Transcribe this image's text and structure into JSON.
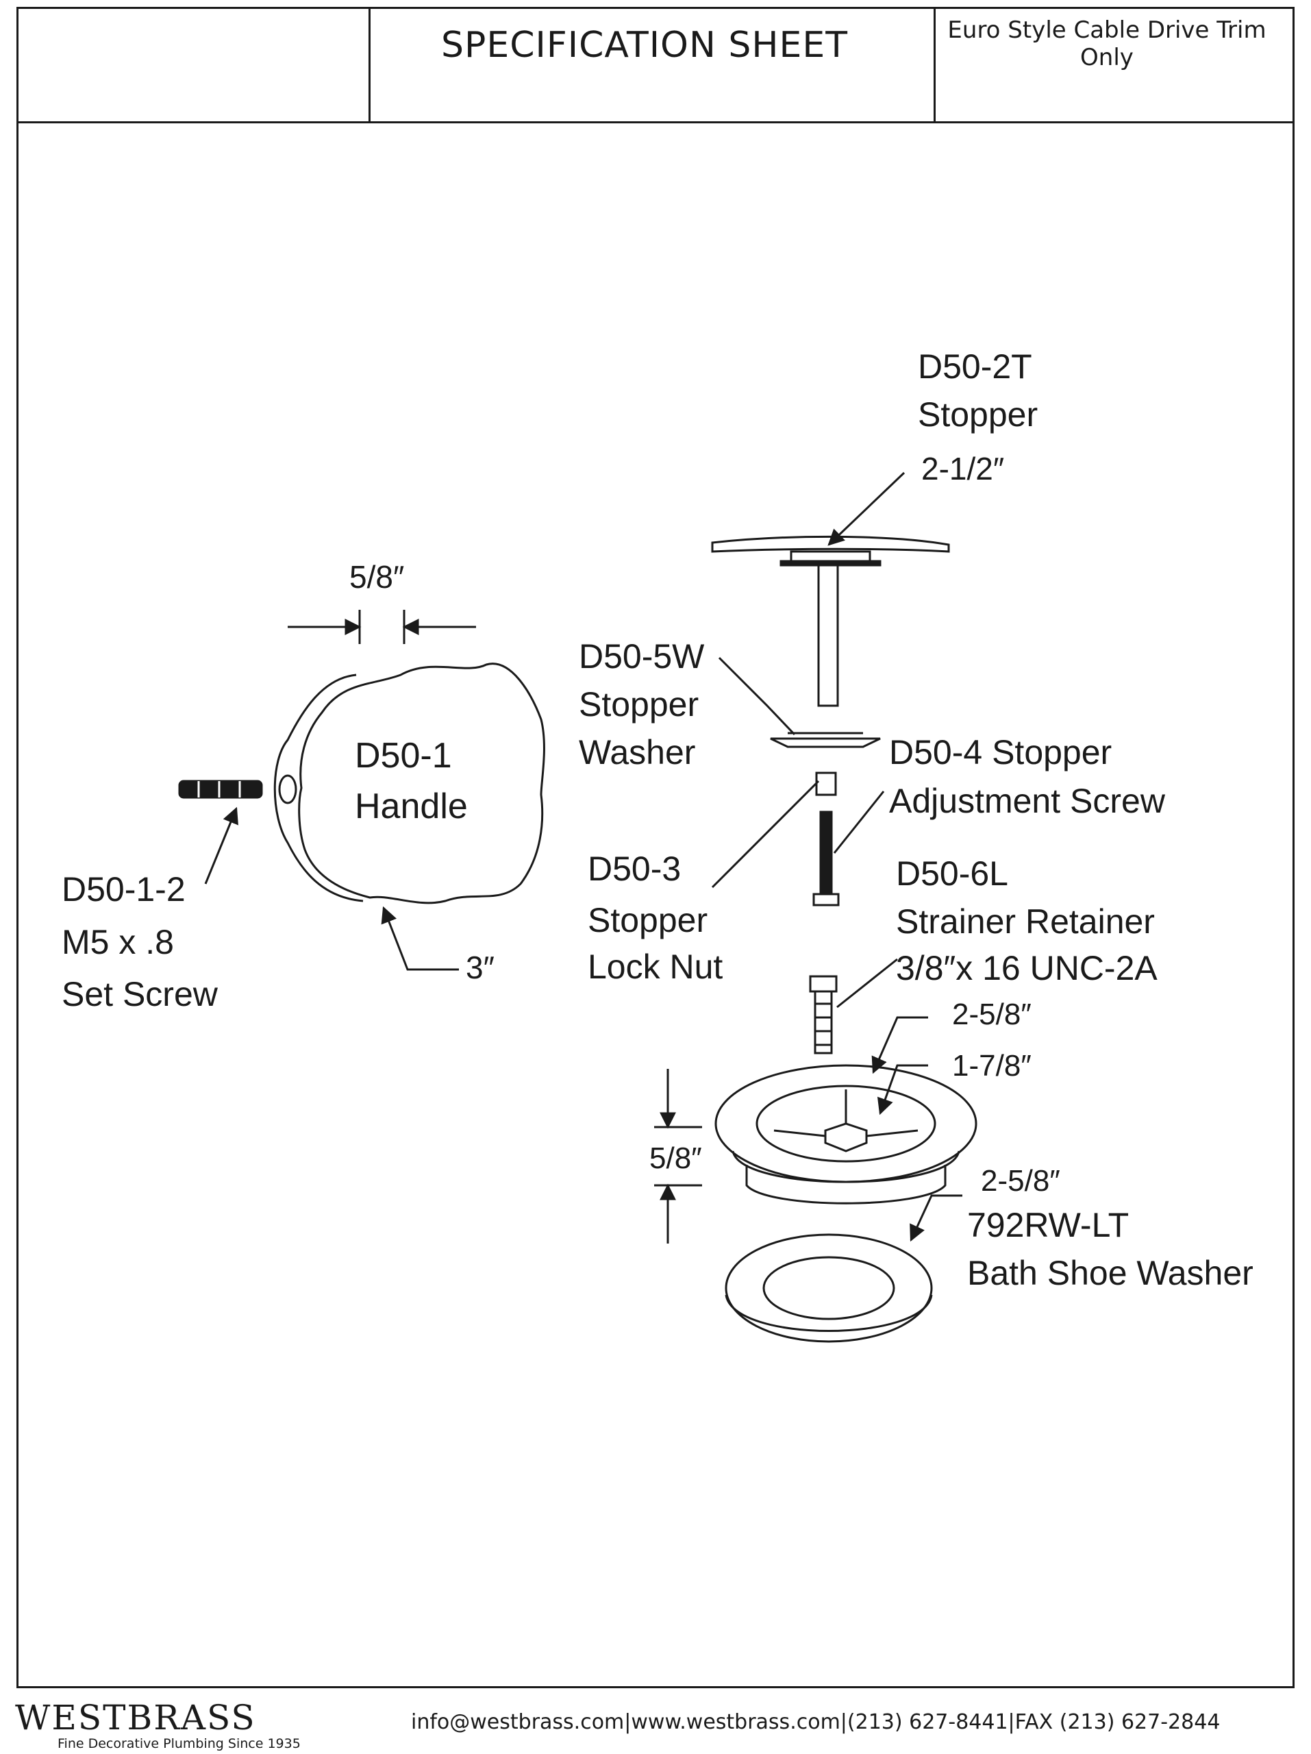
{
  "header": {
    "title": "SPECIFICATION SHEET",
    "subtitle": "Euro Style Cable Drive Trim Only"
  },
  "labels": {
    "stopper": {
      "part": "D50-2T",
      "name": "Stopper",
      "dim": "2-1/2″"
    },
    "washer": {
      "part": "D50-5W",
      "line2": "Stopper",
      "line3": "Washer"
    },
    "adjust": {
      "line1": "D50-4 Stopper",
      "line2": "Adjustment Screw"
    },
    "locknut": {
      "part": "D50-3",
      "line2": "Stopper",
      "line3": "Lock Nut"
    },
    "retainer": {
      "part": "D50-6L",
      "line2": "Strainer Retainer",
      "line3": "3/8″x 16 UNC-2A"
    },
    "handle": {
      "part": "D50-1",
      "name": "Handle",
      "width": "5/8″",
      "dia": "3″"
    },
    "setscrew": {
      "part": "D50-1-2",
      "line2": "M5 x .8",
      "line3": "Set Screw"
    },
    "shoe": {
      "dim1": "2-5/8″",
      "dim2": "1-7/8″",
      "height": "5/8″"
    },
    "bathwasher": {
      "dim": "2-5/8″",
      "part": "792RW-LT",
      "name": "Bath Shoe Washer"
    }
  },
  "footer": {
    "brand": "WESTBRASS",
    "tagline": "Fine Decorative Plumbing Since 1935",
    "email": "info@westbrass.com",
    "web": "www.westbrass.com",
    "phone": "(213) 627-8441",
    "fax": "FAX (213) 627-2844",
    "sep1": "|",
    "sep2": "|",
    "sep3": "|"
  }
}
